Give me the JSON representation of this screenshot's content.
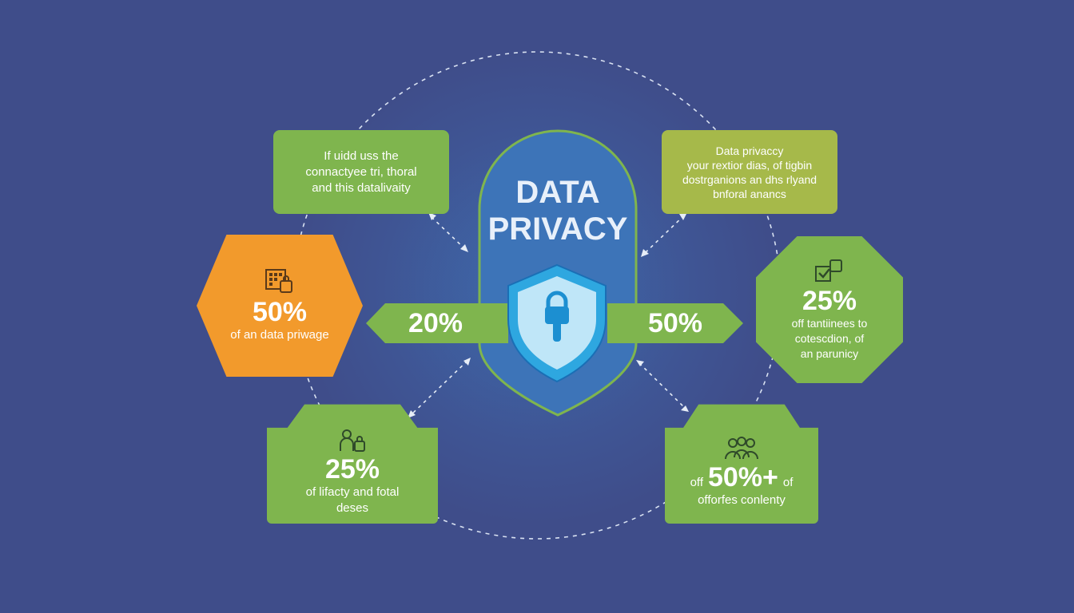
{
  "center": {
    "title_line1": "DATA",
    "title_line2": "PRIVACY",
    "left_value": "20%",
    "right_value": "50%"
  },
  "top_left": {
    "lines": [
      "If uidd uss the",
      "connactyee tri, thoral",
      "and this datalivaity"
    ]
  },
  "top_right": {
    "lines": [
      "Data privaccy",
      "your rextior dias, of tigbin",
      "dostrganions an dhs rlyand",
      "bnforal anancs"
    ]
  },
  "left_hex": {
    "value": "50%",
    "caption": "of an data priwage",
    "icon": "grid-lock-icon"
  },
  "right_oct": {
    "value": "25%",
    "lines": [
      "off tantiinees to",
      "cotescdion, of",
      "an parunicy"
    ],
    "icon": "checkbox-icon"
  },
  "bottom_left": {
    "value": "25%",
    "lines": [
      "of lifacty and fotal",
      "deses"
    ],
    "icon": "people-lock-icon"
  },
  "bottom_right": {
    "prefix": "off",
    "value": "50%+",
    "suffix": "of",
    "caption": "offorfes conlenty",
    "icon": "group-icon"
  },
  "colors": {
    "background": "#3f4d8a",
    "green": "#7fb54e",
    "lime": "#a6b94a",
    "orange": "#f29a2c",
    "shield": "#2ea7e0",
    "lock": "#1c8fd1"
  }
}
